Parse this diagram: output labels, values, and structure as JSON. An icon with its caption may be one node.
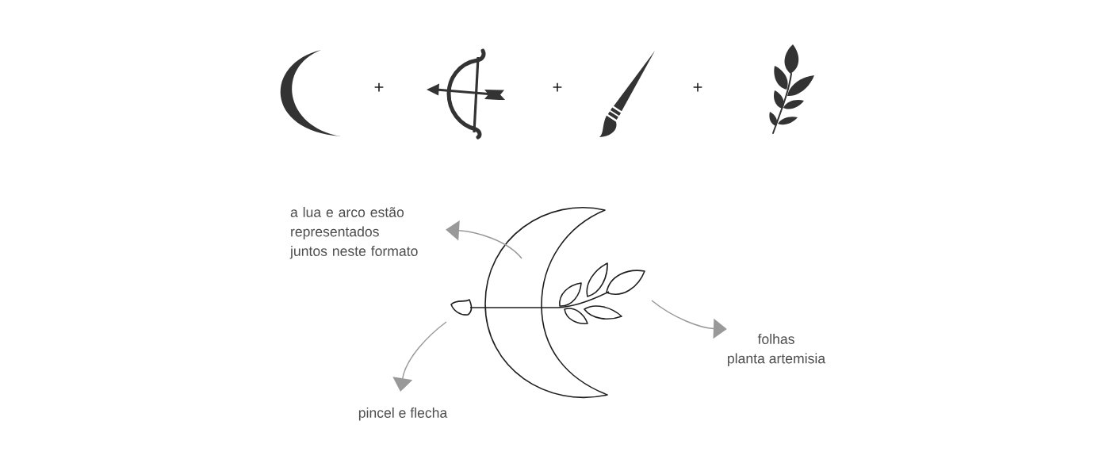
{
  "diagram": {
    "nodes": [
      {
        "text": [
          "a lua e arco estão representados juntos neste formato"
        ]
      },
      {
        "text": [],
        "shape": "picture"
      },
      {
        "text": [
          "folhas",
          "planta artemisia"
        ]
      },
      {
        "text": [
          "pincel e flecha"
        ]
      }
    ],
    "edges": [
      {
        "from": 1,
        "to": 0,
        "arrow": "to"
      },
      {
        "from": 1,
        "to": 2,
        "arrow": "to"
      },
      {
        "from": 1,
        "to": 3,
        "arrow": "to"
      }
    ],
    "labels": [
      "+",
      "+",
      "+"
    ]
  }
}
